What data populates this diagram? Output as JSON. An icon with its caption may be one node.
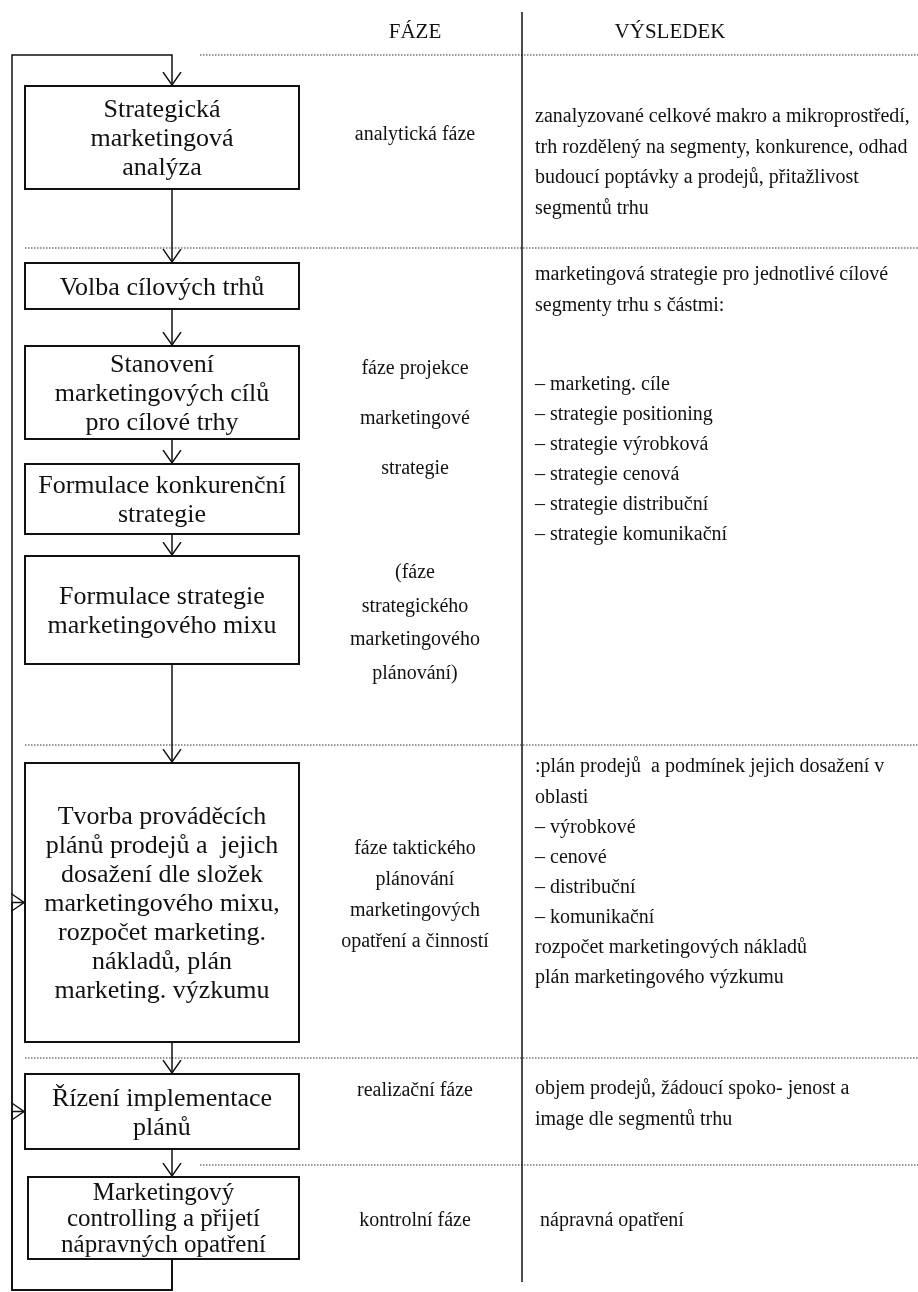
{
  "diagram": {
    "nodes": [
      {
        "text": [
          "Strategická marketingová analýza"
        ]
      },
      {
        "text": [
          "Volba cílových trhů"
        ]
      },
      {
        "text": [
          "Stanovení marketingových cílů pro cílové trhy"
        ]
      },
      {
        "text": [
          "Formulace konkurenční strategie"
        ]
      },
      {
        "text": [
          "Formulace strategie marketingového mixu"
        ]
      },
      {
        "text": [
          "Tvorba prováděcích plánů prodejů a  jejich dosažení dle složek marketingového mixu, rozpočet marketing. nákladů, plán marketing. výzkumu"
        ]
      },
      {
        "text": [
          "Řízení implementace plánů"
        ]
      },
      {
        "text": [
          "Marketingový controlling a přijetí nápravných opatření"
        ]
      }
    ],
    "edges": [
      {
        "from": 0,
        "to": 1,
        "arrow": "to"
      },
      {
        "from": 1,
        "to": 2,
        "arrow": "to"
      },
      {
        "from": 2,
        "to": 3,
        "arrow": "to"
      },
      {
        "from": 3,
        "to": 4,
        "arrow": "to"
      },
      {
        "from": 4,
        "to": 5,
        "arrow": "to"
      },
      {
        "from": 5,
        "to": 6,
        "arrow": "to"
      },
      {
        "from": 6,
        "to": 7,
        "arrow": "to"
      },
      {
        "from": 7,
        "to": 0,
        "arrow": "to"
      },
      {
        "from": 7,
        "to": 5,
        "arrow": "to"
      },
      {
        "from": 7,
        "to": 6,
        "arrow": "to"
      }
    ],
    "labels": [
      "FÁZE",
      "VÝSLEDEK",
      "analytická fáze",
      "zanalyzované celkové makro a mikroprostředí, trh rozdělený na segmenty, konkurence, odhad budoucí poptávky a prodejů, přitažlivost segmentů trhu",
      "marketingová strategie pro jednotlivé cílové segmenty trhu s částmi:",
      "fáze projekce",
      "marketingové",
      "– marketing. cíle",
      "– strategie positioning",
      "– strategie výrobková",
      "strategie",
      "– strategie cenová",
      "– strategie distribuční",
      "– strategie komunikační",
      "(fáze strategického marketingového plánování)",
      ":plán prodejů  a podmínek jejich dosažení v oblasti",
      "– výrobkové",
      "– cenové",
      "– distribuční",
      "– komunikační",
      "rozpočet marketingových nákladů",
      "plán marketingového výzkumu",
      "fáze taktického plánování marketingových opatření a činností",
      "realizační fáze",
      "objem prodejů, žádoucí spoko- jenost a image dle segmentů trhu",
      "kontrolní fáze",
      "nápravná opatření"
    ]
  }
}
